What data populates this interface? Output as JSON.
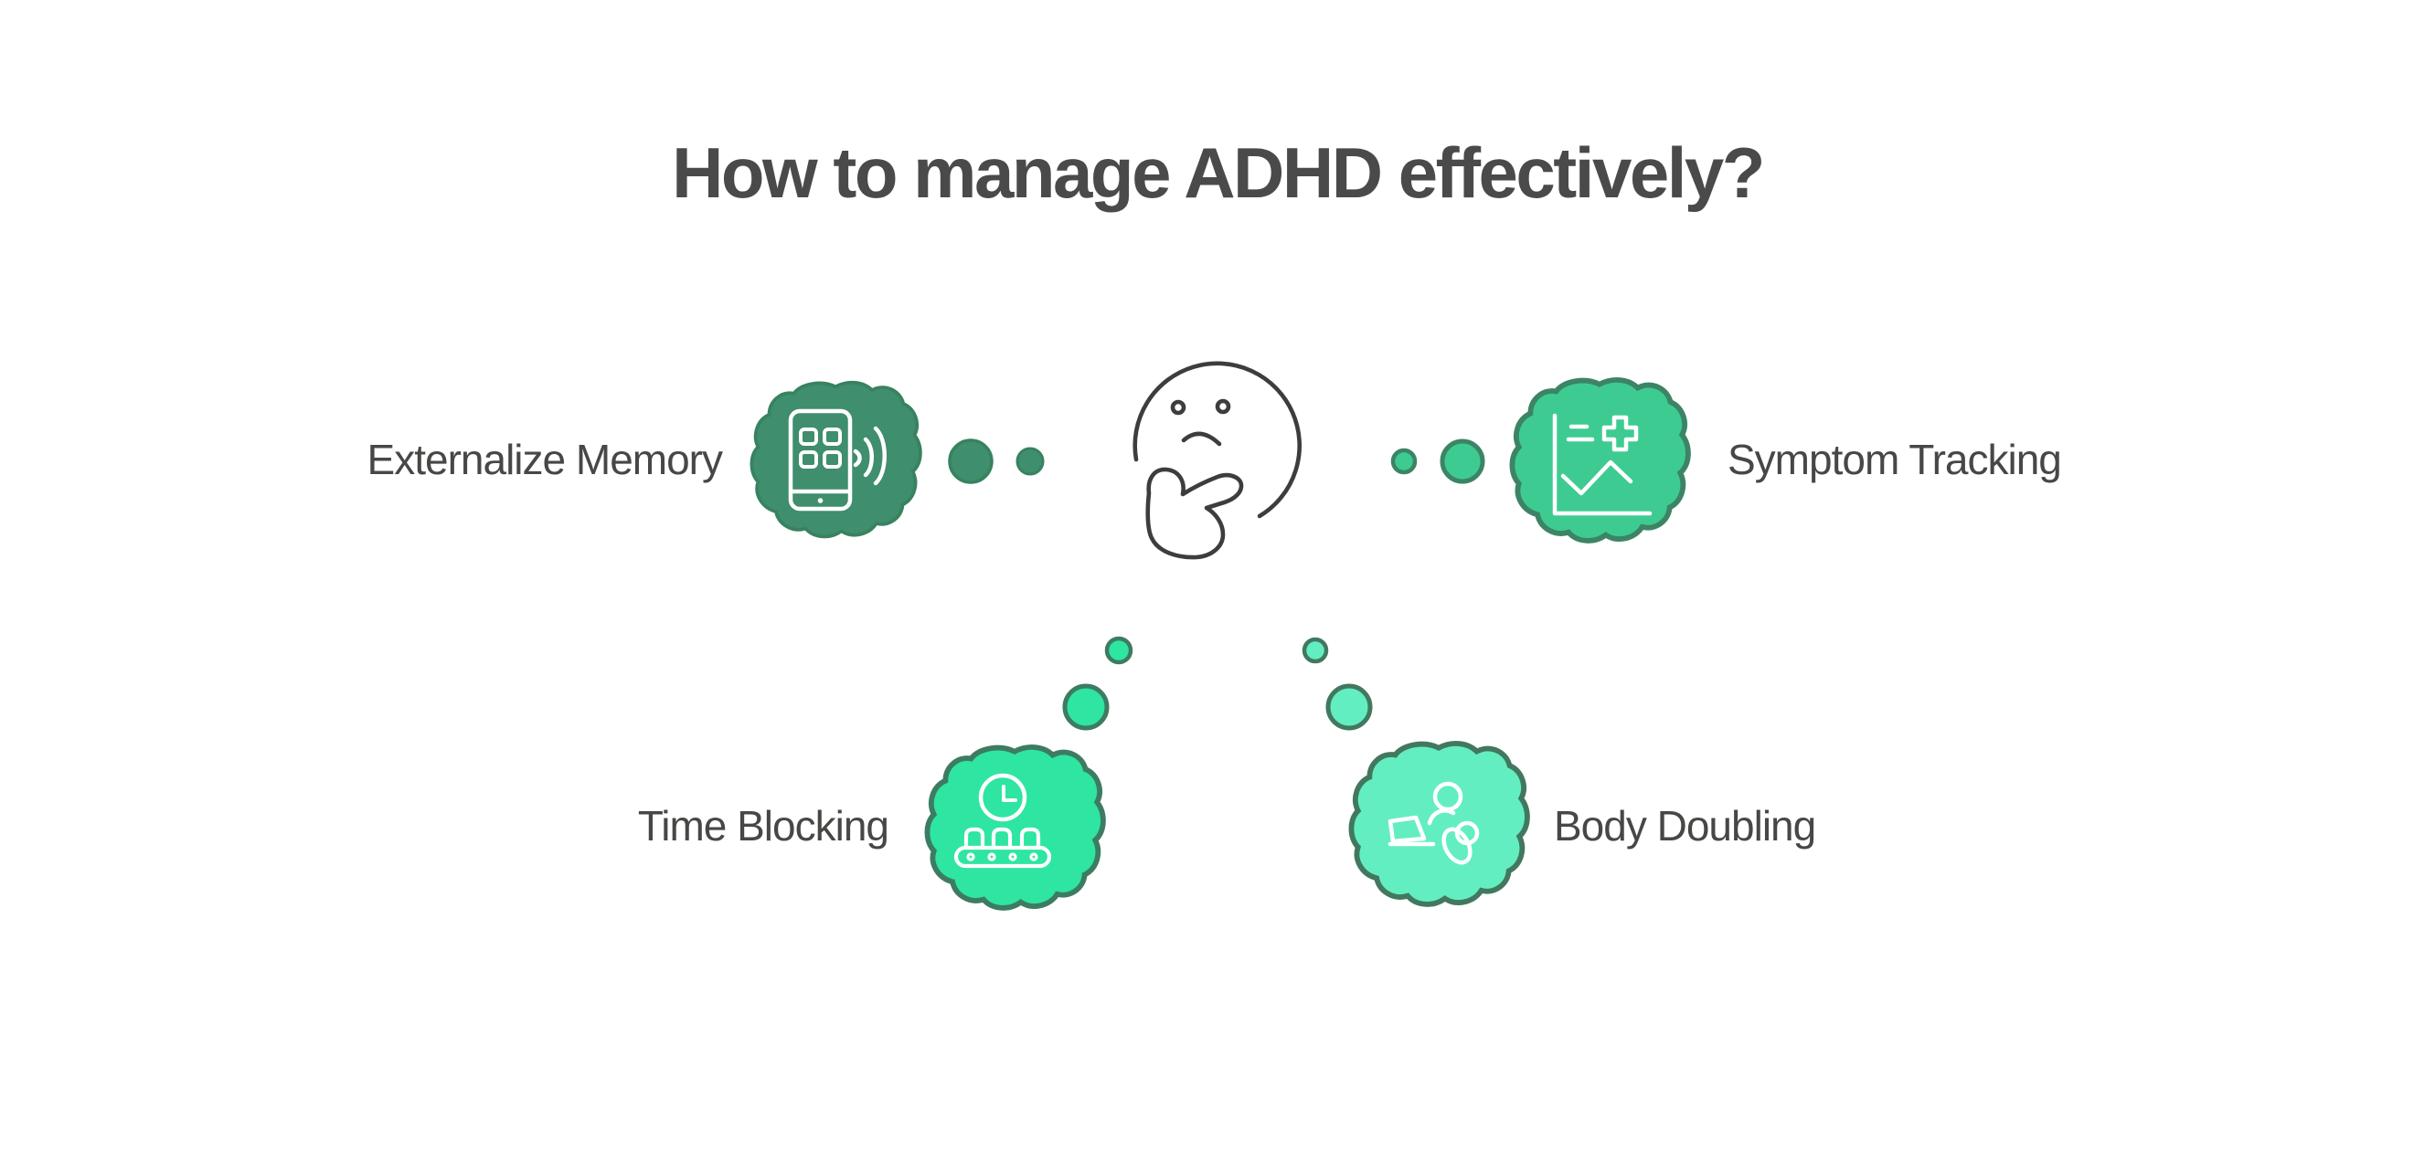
{
  "title": "How to manage ADHD effectively?",
  "title_color": "#4a4a4a",
  "label_color": "#474745",
  "background": "#ffffff",
  "center": {
    "icon": "thinking-face-icon",
    "stroke_color": "#3d3d3d"
  },
  "strategies": [
    {
      "label": "Externalize Memory",
      "icon": "phone-notification-icon",
      "fill": "#3f8e6e",
      "stroke": "#38825f",
      "icon_color": "#ffffff",
      "position": "left"
    },
    {
      "label": "Symptom Tracking",
      "icon": "health-chart-icon",
      "fill": "#3ecb91",
      "stroke": "#3c8465",
      "icon_color": "#ffffff",
      "position": "right"
    },
    {
      "label": "Time Blocking",
      "icon": "clock-conveyor-icon",
      "fill": "#2ee5a2",
      "stroke": "#3d7c62",
      "icon_color": "#ffffff",
      "position": "bottom-left"
    },
    {
      "label": "Body Doubling",
      "icon": "laptop-person-icon",
      "fill": "#63eec1",
      "stroke": "#42785f",
      "icon_color": "#ffffff",
      "position": "bottom-right"
    }
  ]
}
